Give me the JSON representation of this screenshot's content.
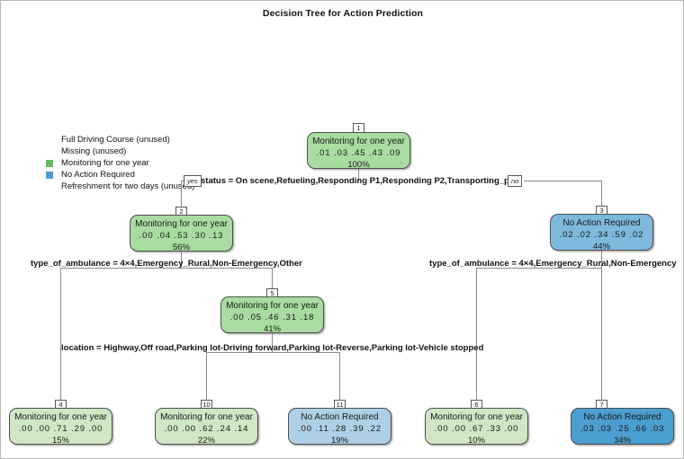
{
  "title": "Decision Tree for Action Prediction",
  "colors": {
    "green_mid": "#a8dca0",
    "green_light": "#cfe7c4",
    "blue_mid": "#7fb8dd",
    "blue_light": "#aed0e6",
    "blue_dark": "#4b9ed0",
    "legend_green": "#66bb5e",
    "legend_blue": "#4d9ccf",
    "border": "#4d4d4d",
    "line": "#8a8a8a"
  },
  "legend": {
    "items": [
      {
        "label": "Full Driving Course (unused)",
        "swatch": ""
      },
      {
        "label": "Missing (unused)",
        "swatch": ""
      },
      {
        "label": "Monitoring for one year",
        "swatch": "#66bb5e"
      },
      {
        "label": "No Action Required",
        "swatch": "#4d9ccf"
      },
      {
        "label": "Refreshment for two days (unused)",
        "swatch": ""
      }
    ]
  },
  "edge_labels": {
    "yes": "yes",
    "no": "no"
  },
  "splits": [
    {
      "id": "split-status",
      "text": "status = On scene,Refueling,Responding P1,Responding P2,Transporting_p2"
    },
    {
      "id": "split-type-left",
      "text": "type_of_ambulance = 4×4,Emergency_Rural,Non-Emergency,Other"
    },
    {
      "id": "split-type-right",
      "text": "type_of_ambulance = 4×4,Emergency_Rural,Non-Emergency"
    },
    {
      "id": "split-location",
      "text": "location = Highway,Off road,Parking lot-Driving forward,Parking lot-Reverse,Parking lot-Vehicle stopped"
    }
  ],
  "nodes": [
    {
      "id": "node-1",
      "num": "1",
      "label": "Monitoring for one year",
      "probs": ".01  .03  .45  .43  .09",
      "pct": "100%",
      "fill": "#a8dca0"
    },
    {
      "id": "node-2",
      "num": "2",
      "label": "Monitoring for one year",
      "probs": ".00  .04  .53  .30  .13",
      "pct": "56%",
      "fill": "#a8dca0"
    },
    {
      "id": "node-3",
      "num": "3",
      "label": "No Action Required",
      "probs": ".02  .02  .34  .59  .02",
      "pct": "44%",
      "fill": "#7fb8dd"
    },
    {
      "id": "node-5",
      "num": "5",
      "label": "Monitoring for one year",
      "probs": ".00  .05  .46  .31  .18",
      "pct": "41%",
      "fill": "#a8dca0"
    },
    {
      "id": "node-4",
      "num": "4",
      "label": "Monitoring for one year",
      "probs": ".00  .00  .71  .29  .00",
      "pct": "15%",
      "fill": "#cfe7c4"
    },
    {
      "id": "node-10",
      "num": "10",
      "label": "Monitoring for one year",
      "probs": ".00  .00  .62  .24  .14",
      "pct": "22%",
      "fill": "#cfe7c4"
    },
    {
      "id": "node-11",
      "num": "11",
      "label": "No Action Required",
      "probs": ".00  .11  .28  .39  .22",
      "pct": "19%",
      "fill": "#aed0e6"
    },
    {
      "id": "node-6",
      "num": "6",
      "label": "Monitoring for one year",
      "probs": ".00  .00  .67  .33  .00",
      "pct": "10%",
      "fill": "#cfe7c4"
    },
    {
      "id": "node-7",
      "num": "7",
      "label": "No Action Required",
      "probs": ".03  .03  .25  .66  .03",
      "pct": "34%",
      "fill": "#4b9ed0"
    }
  ]
}
